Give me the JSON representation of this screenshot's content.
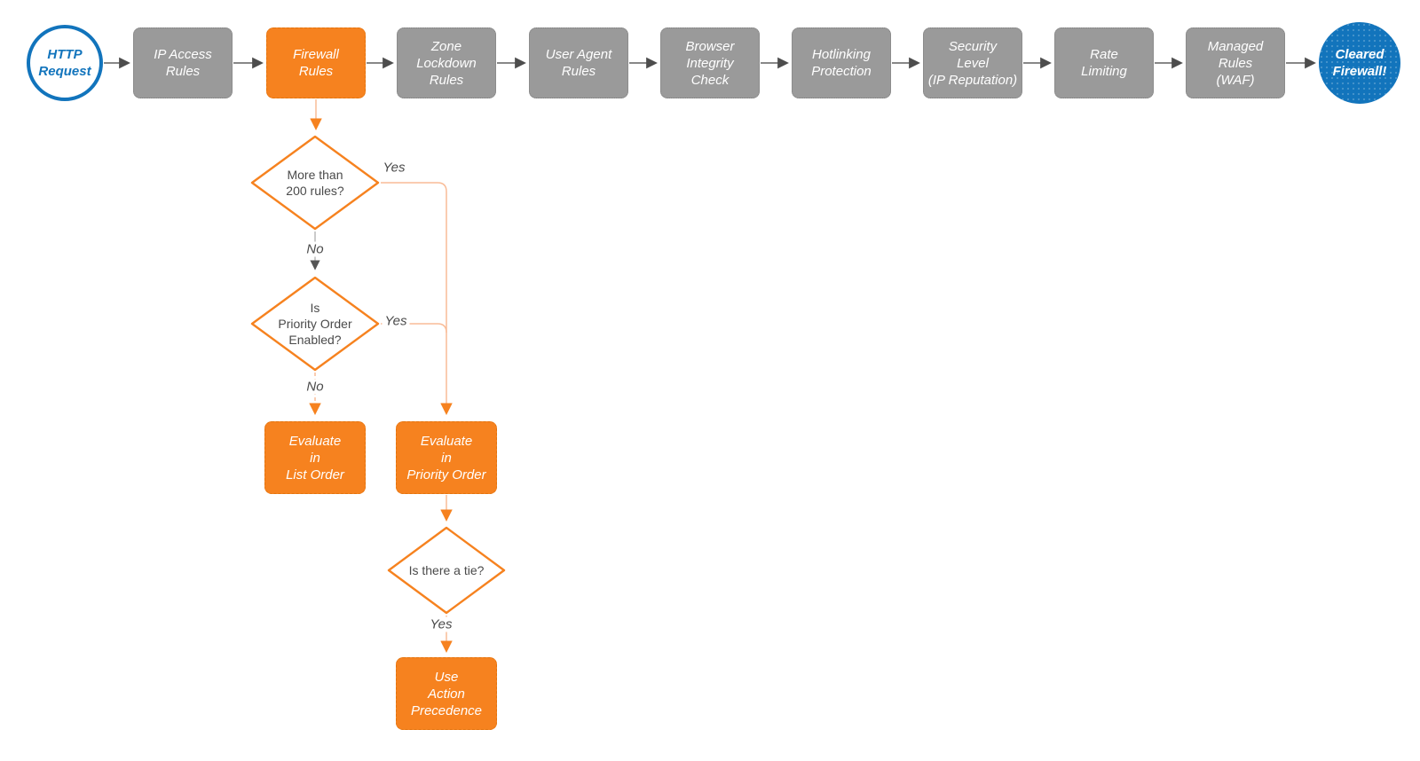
{
  "diagram": {
    "type": "flowchart",
    "nodes": {
      "http_request": {
        "label": "HTTP\nRequest",
        "shape": "circle",
        "color": "#1274BC"
      },
      "ip_access_rules": {
        "label": "IP Access\nRules",
        "shape": "box",
        "color": "#9A9A9A"
      },
      "firewall_rules": {
        "label": "Firewall\nRules",
        "shape": "box",
        "color": "#F6821F"
      },
      "zone_lockdown": {
        "label": "Zone\nLockdown\nRules",
        "shape": "box",
        "color": "#9A9A9A"
      },
      "user_agent_rules": {
        "label": "User Agent\nRules",
        "shape": "box",
        "color": "#9A9A9A"
      },
      "browser_integrity": {
        "label": "Browser\nIntegrity\nCheck",
        "shape": "box",
        "color": "#9A9A9A"
      },
      "hotlinking": {
        "label": "Hotlinking\nProtection",
        "shape": "box",
        "color": "#9A9A9A"
      },
      "security_level": {
        "label": "Security\nLevel\n(IP Reputation)",
        "shape": "box",
        "color": "#9A9A9A"
      },
      "rate_limiting": {
        "label": "Rate\nLimiting",
        "shape": "box",
        "color": "#9A9A9A"
      },
      "managed_rules": {
        "label": "Managed\nRules\n(WAF)",
        "shape": "box",
        "color": "#9A9A9A"
      },
      "cleared_firewall": {
        "label": "Cleared\nFirewall!",
        "shape": "circle",
        "color": "#1274BC"
      },
      "decision_rule_count": {
        "label": "More than\n200 rules?",
        "shape": "diamond"
      },
      "decision_priority_order": {
        "label": "Is\nPriority Order\nEnabled?",
        "shape": "diamond"
      },
      "decision_tie": {
        "label": "Is there a tie?",
        "shape": "diamond"
      },
      "evaluate_list_order": {
        "label": "Evaluate\nin\nList Order",
        "shape": "box",
        "color": "#F6821F"
      },
      "evaluate_priority_order": {
        "label": "Evaluate\nin\nPriority Order",
        "shape": "box",
        "color": "#F6821F"
      },
      "use_action_precedence": {
        "label": "Use\nAction\nPrecedence",
        "shape": "box",
        "color": "#F6821F"
      }
    },
    "edge_labels": {
      "rule_count_yes": "Yes",
      "rule_count_no": "No",
      "priority_yes": "Yes",
      "priority_no": "No",
      "tie_yes": "Yes"
    },
    "colors": {
      "accent_orange": "#F6821F",
      "connector_orange_light": "#F9BC97",
      "node_gray": "#9A9A9A",
      "accent_blue": "#1274BC",
      "connector_gray": "#616161",
      "text_dark": "#4a4a4a"
    }
  }
}
